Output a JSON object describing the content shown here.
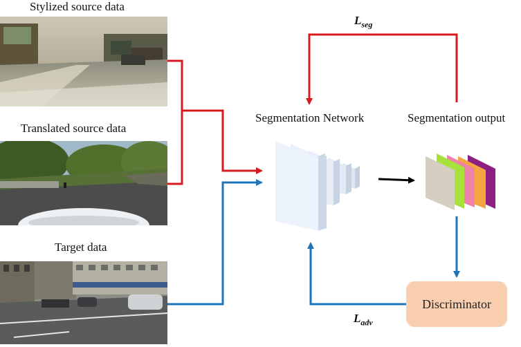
{
  "labels": {
    "stylized": "Stylized source data",
    "translated": "Translated source data",
    "target": "Target data",
    "seg_network": "Segmentation Network",
    "seg_output": "Segmentation output",
    "discriminator": "Discriminator"
  },
  "losses": {
    "seg_main": "L",
    "seg_sub": "seg",
    "adv_main": "L",
    "adv_sub": "adv"
  },
  "colors": {
    "red_arrow": "#d71920",
    "blue_arrow": "#1f73b7",
    "black_arrow": "#000000",
    "discriminator_fill": "#f9cfb0",
    "network_block": "#e9f0fb",
    "output_layers": [
      "#d4cfc0",
      "#a8e03c",
      "#ee82a8",
      "#f5a540",
      "#8b1f82"
    ]
  }
}
